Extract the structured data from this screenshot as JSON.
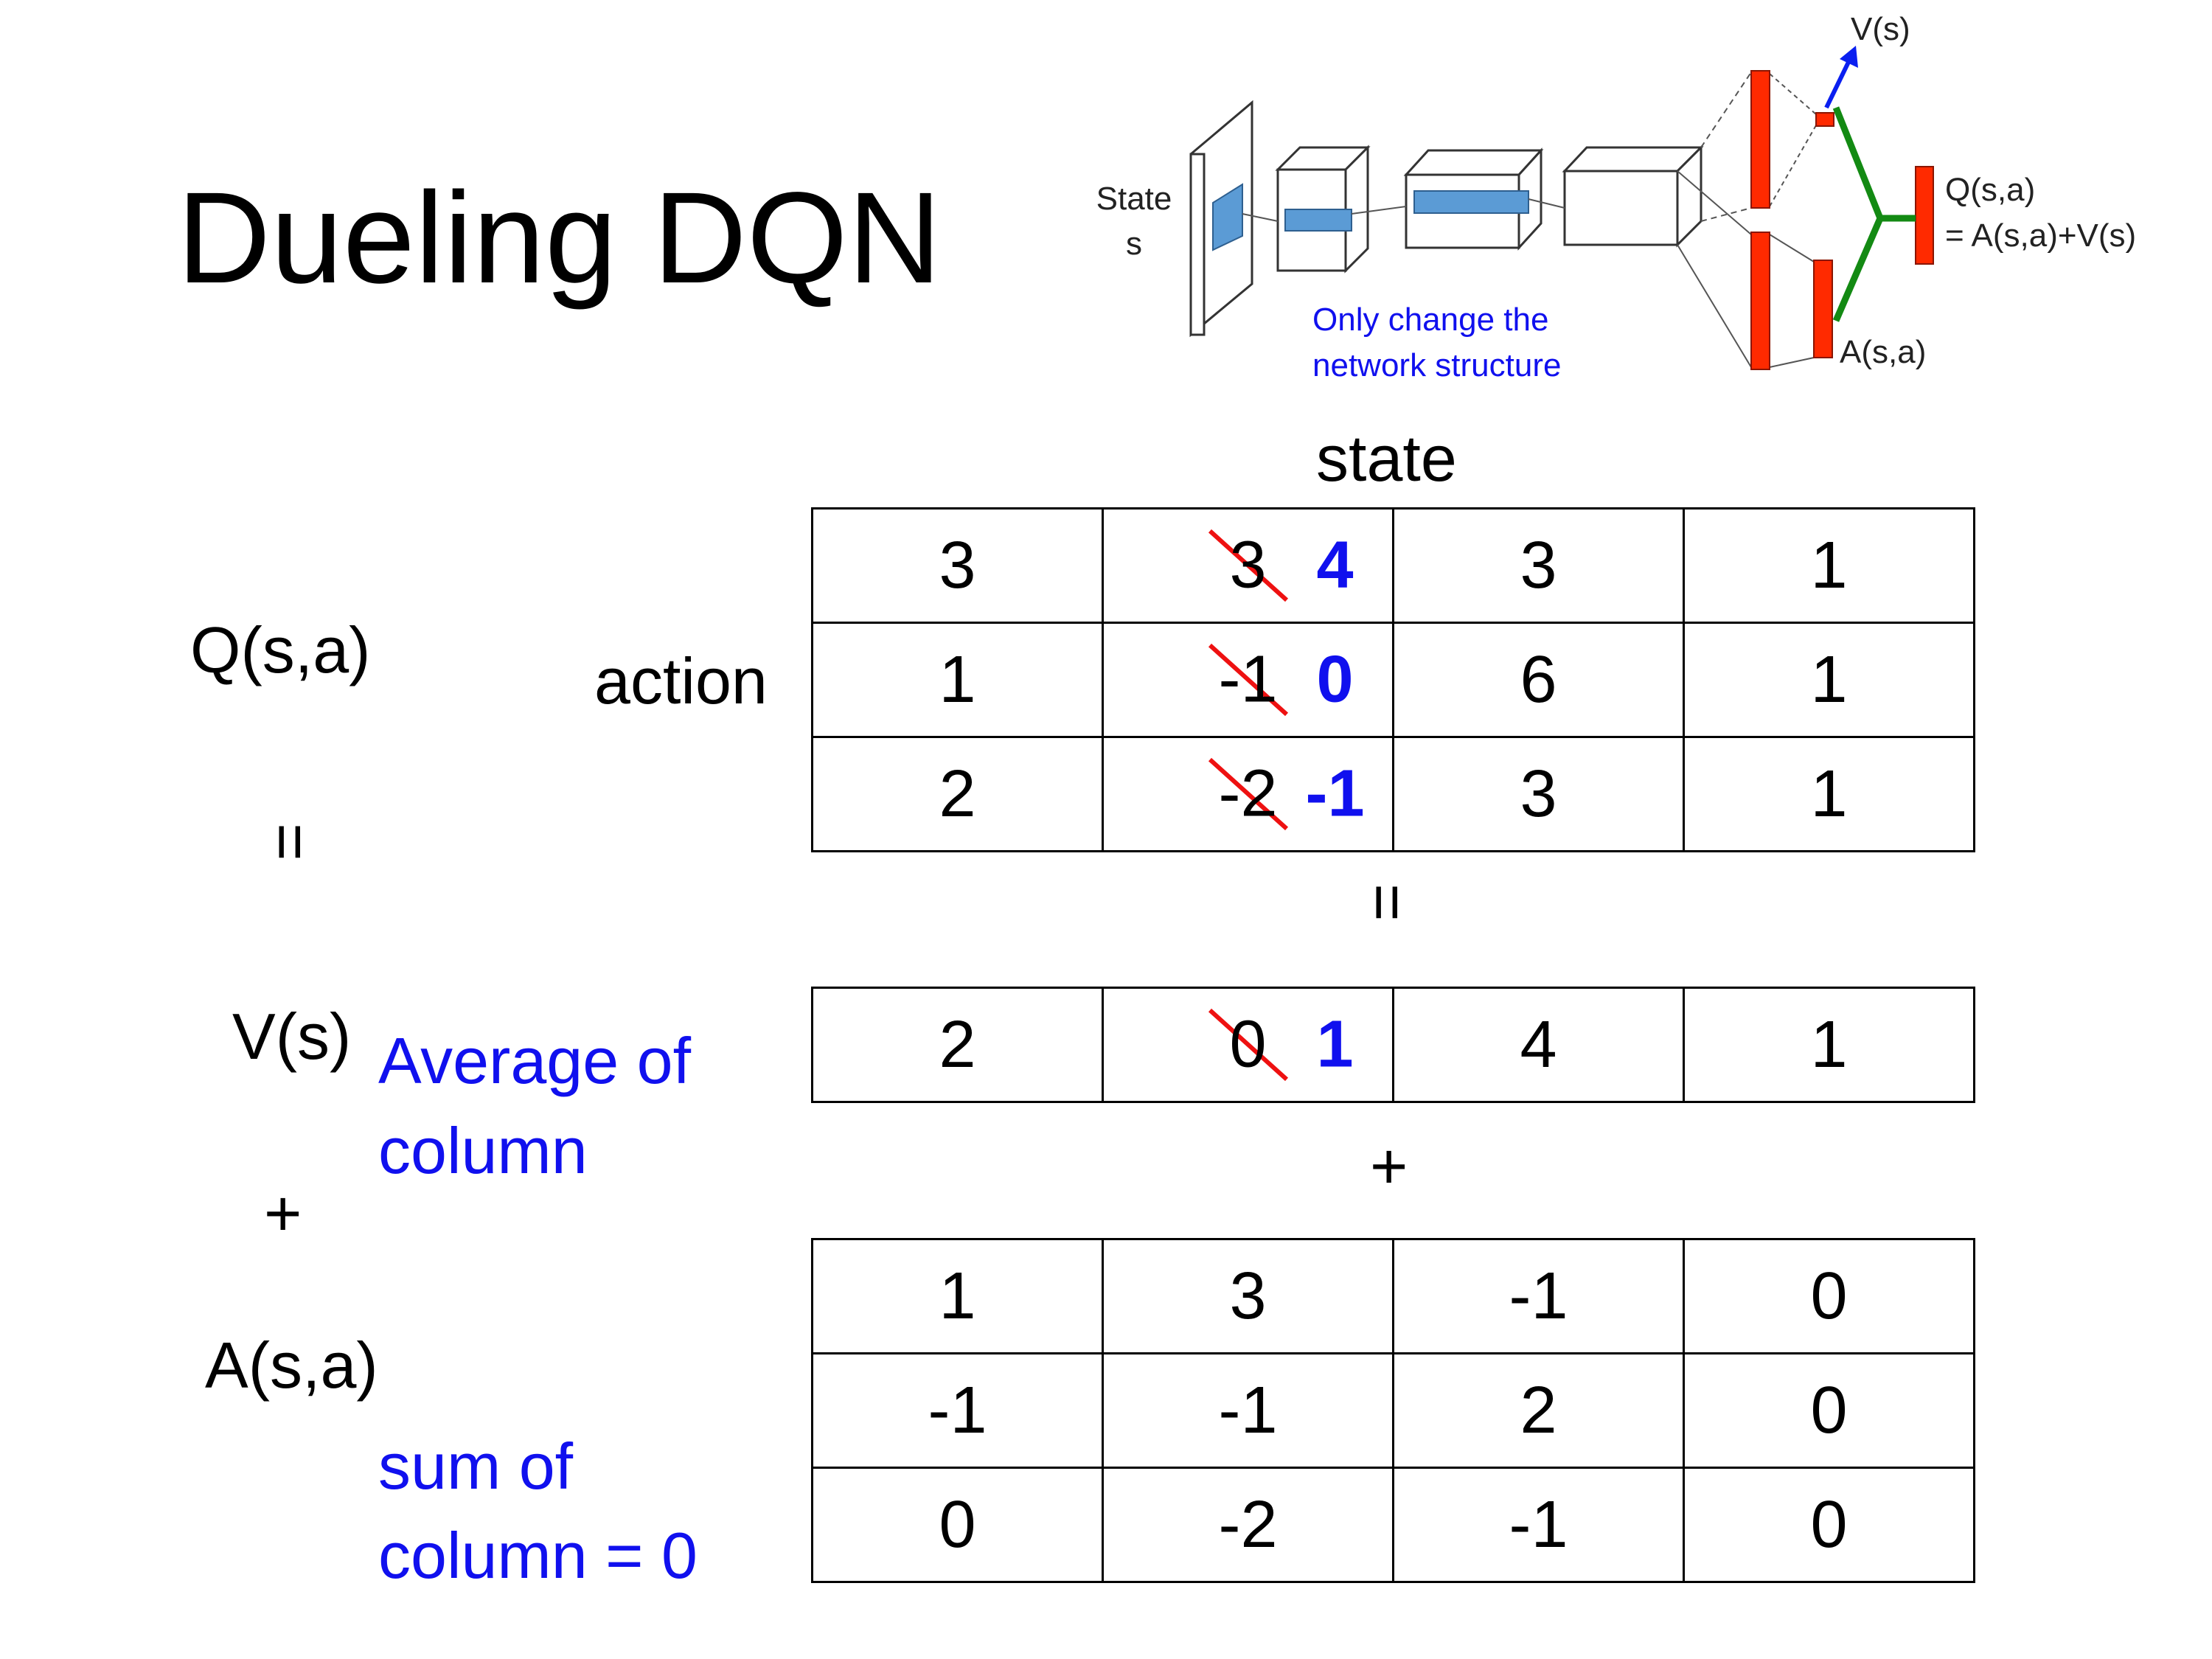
{
  "slide": {
    "title": "Dueling DQN",
    "state_label": "state",
    "action_label": "action",
    "q_label": "Q(s,a)",
    "equals_left": "=",
    "equals_mid": "=",
    "v_label": "V(s)",
    "v_note_line1": "Average of",
    "v_note_line2": "column",
    "plus_left": "+",
    "plus_mid": "+",
    "a_label": "A(s,a)",
    "a_note_line1": "sum of",
    "a_note_line2": "column = 0"
  },
  "diagram": {
    "state_line1": "State",
    "state_line2": "s",
    "v_output": "V(s)",
    "q_output_line1": "Q(s,a)",
    "q_output_line2": "= A(s,a)+V(s)",
    "a_output": "A(s,a)",
    "note_line1": "Only change the",
    "note_line2": "network structure",
    "colors": {
      "layer": "#5b9bd5",
      "fc": "#ff2a00",
      "v_arrow": "#0a1ff0",
      "merge": "#138a13",
      "note": "#1010ee",
      "strike": "#ee1111"
    }
  },
  "q_table": [
    [
      {
        "value": "3"
      },
      {
        "old": "3",
        "new": "4"
      },
      {
        "value": "3"
      },
      {
        "value": "1"
      }
    ],
    [
      {
        "value": "1"
      },
      {
        "old": "-1",
        "new": "0"
      },
      {
        "value": "6"
      },
      {
        "value": "1"
      }
    ],
    [
      {
        "value": "2"
      },
      {
        "old": "-2",
        "new": "-1"
      },
      {
        "value": "3"
      },
      {
        "value": "1"
      }
    ]
  ],
  "v_table": [
    [
      {
        "value": "2"
      },
      {
        "old": "0",
        "new": "1"
      },
      {
        "value": "4"
      },
      {
        "value": "1"
      }
    ]
  ],
  "a_table": [
    [
      {
        "value": "1"
      },
      {
        "value": "3"
      },
      {
        "value": "-1"
      },
      {
        "value": "0"
      }
    ],
    [
      {
        "value": "-1"
      },
      {
        "value": "-1"
      },
      {
        "value": "2"
      },
      {
        "value": "0"
      }
    ],
    [
      {
        "value": "0"
      },
      {
        "value": "-2"
      },
      {
        "value": "-1"
      },
      {
        "value": "0"
      }
    ]
  ]
}
